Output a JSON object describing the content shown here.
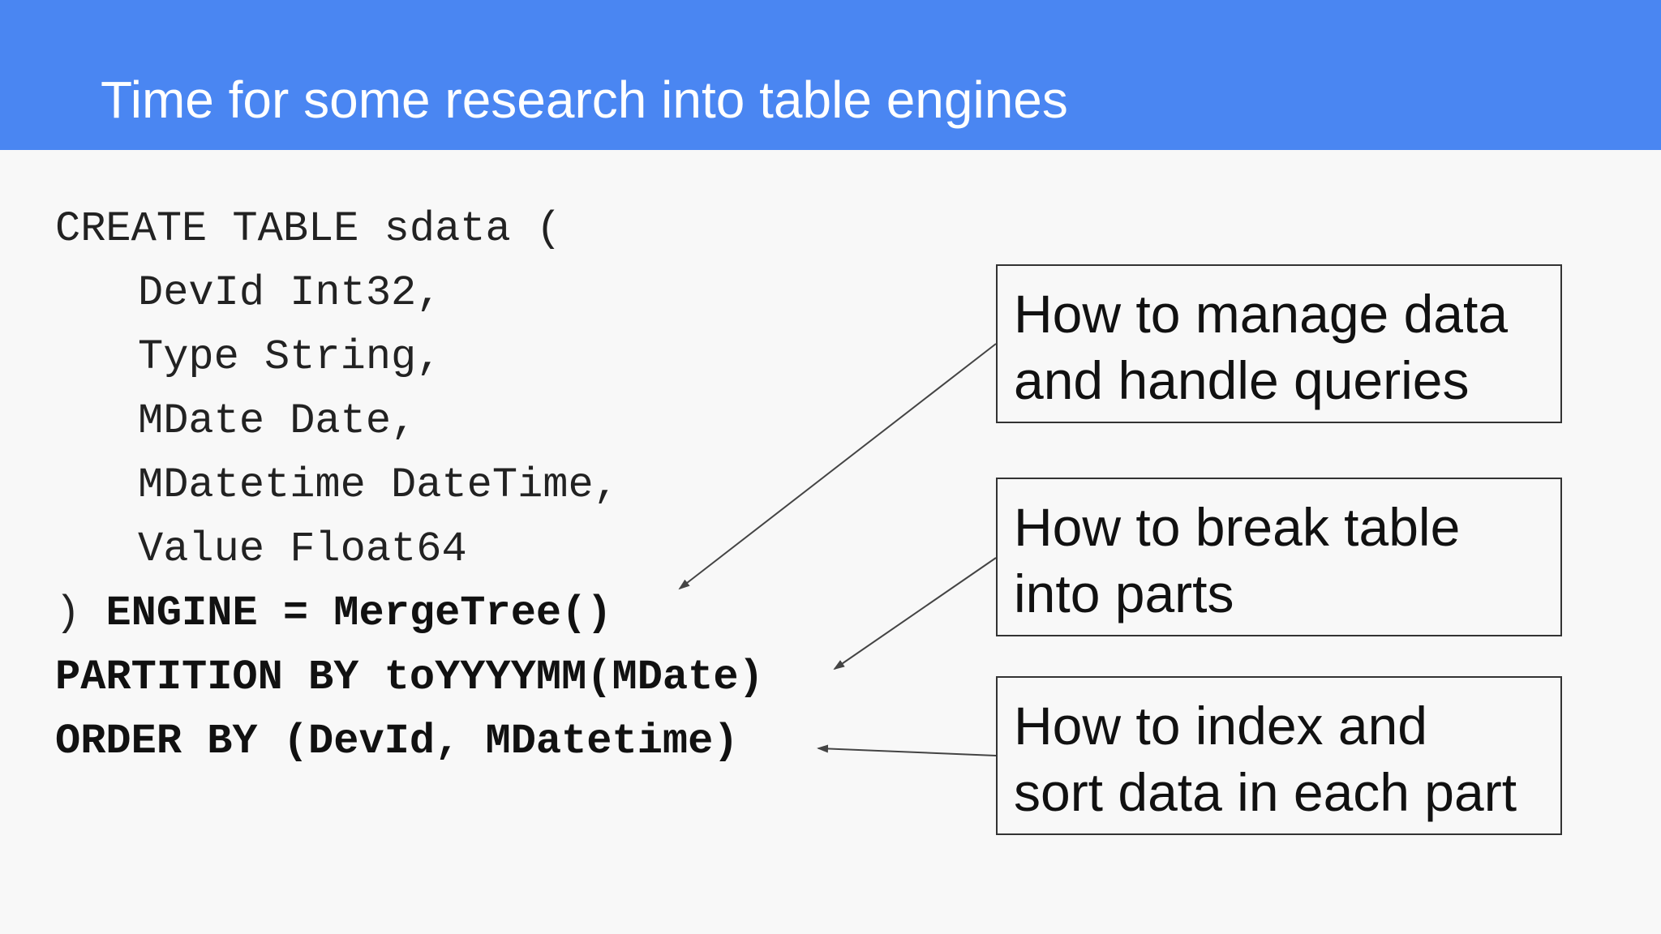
{
  "slide": {
    "title": "Time for some research into table engines"
  },
  "code": {
    "line1": "CREATE TABLE sdata (",
    "line2": "DevId Int32,",
    "line3": "Type String,",
    "line4": "MDate Date,",
    "line5": "MDatetime DateTime,",
    "line6": "Value Float64",
    "line7_paren": ")",
    "line7_rest": "ENGINE = MergeTree()",
    "line8": "PARTITION BY toYYYYMM(MDate)",
    "line9": "ORDER BY (DevId, MDatetime)"
  },
  "callouts": [
    {
      "line1": "How to manage data",
      "line2": "and handle queries"
    },
    {
      "line1": "How to break table",
      "line2": "into parts"
    },
    {
      "line1": "How to index and",
      "line2": "sort data in each part"
    }
  ],
  "colors": {
    "header": "#4a86f2",
    "background": "#f8f8f8",
    "title_text": "#ffffff"
  }
}
